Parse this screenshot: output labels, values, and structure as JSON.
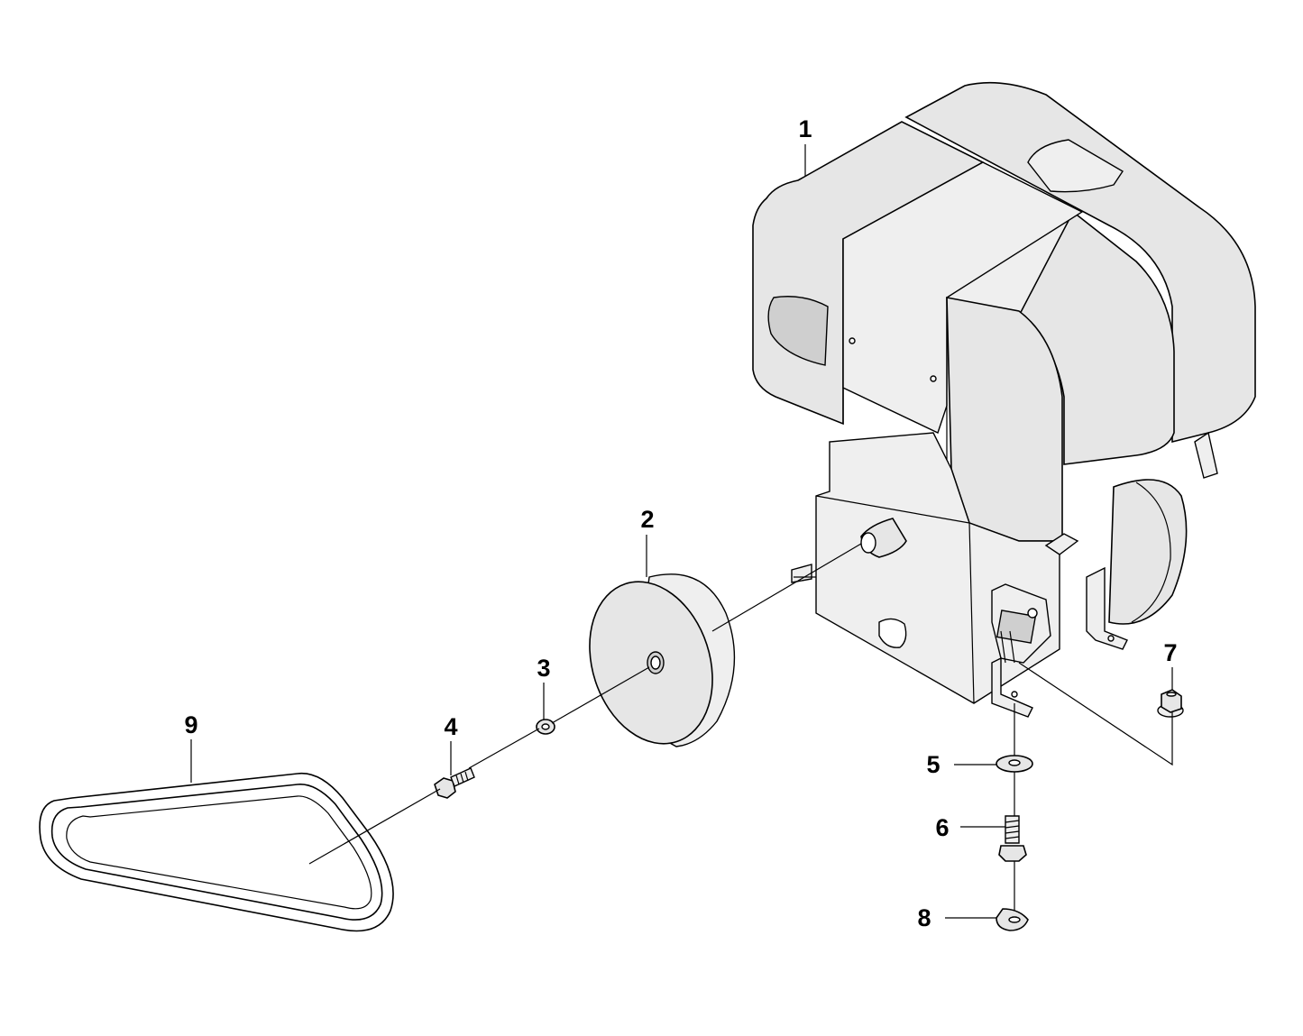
{
  "callouts": [
    {
      "id": "1",
      "label": "1"
    },
    {
      "id": "2",
      "label": "2"
    },
    {
      "id": "3",
      "label": "3"
    },
    {
      "id": "4",
      "label": "4"
    },
    {
      "id": "5",
      "label": "5"
    },
    {
      "id": "6",
      "label": "6"
    },
    {
      "id": "7",
      "label": "7"
    },
    {
      "id": "8",
      "label": "8"
    },
    {
      "id": "9",
      "label": "9"
    }
  ],
  "colors": {
    "line": "#000000",
    "part_fill": "#e6e6e6",
    "background": "#ffffff"
  }
}
